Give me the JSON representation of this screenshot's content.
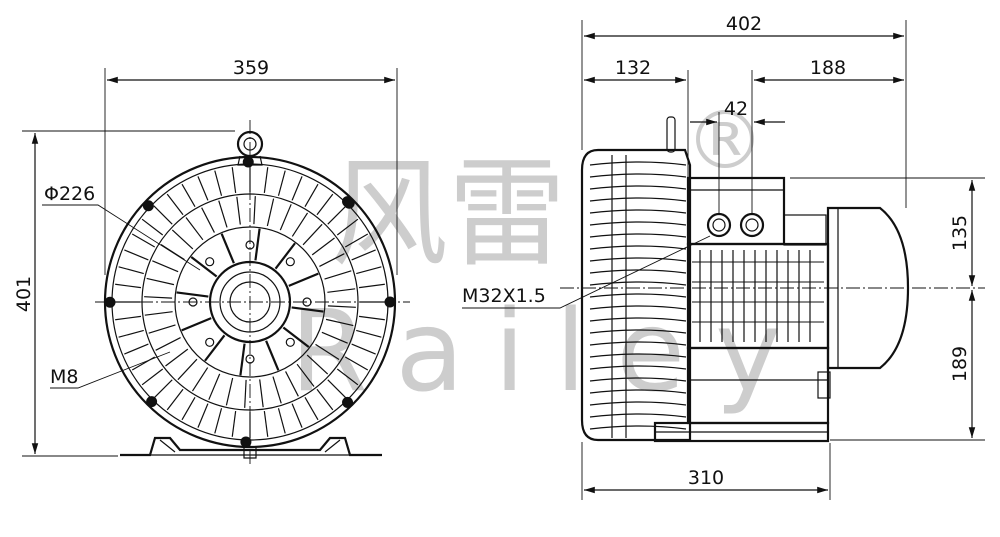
{
  "dimensions": {
    "front_width": "359",
    "front_height": "401",
    "impeller_diameter": "Φ226",
    "bolt": "M8",
    "side_total_width": "402",
    "side_left_offset": "132",
    "side_right_offset": "188",
    "side_gland_spacing": "42",
    "side_base_length": "310",
    "side_top_height": "135",
    "side_bottom_height": "189",
    "cable_thread": "M32X1.5"
  },
  "watermark": {
    "chinese": "风雷",
    "latin": "Railey",
    "registered": "®"
  },
  "colors": {
    "line": "#111111",
    "watermark": "#c8c8c8",
    "background": "#ffffff"
  }
}
